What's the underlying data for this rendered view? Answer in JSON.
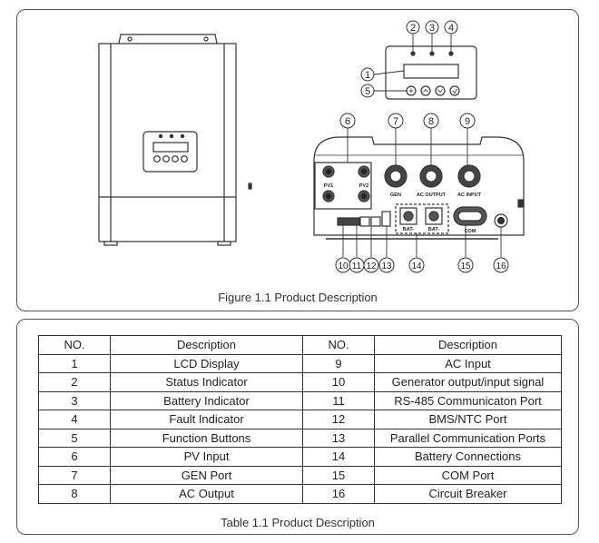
{
  "figure": {
    "caption": "Figure 1.1 Product Description",
    "callouts": [
      "1",
      "2",
      "3",
      "4",
      "5",
      "6",
      "7",
      "8",
      "9",
      "10",
      "11",
      "12",
      "13",
      "14",
      "15",
      "16"
    ],
    "port_labels": {
      "pv1": "PV1",
      "pv2": "PV2",
      "gen": "GEN",
      "ac_output": "AC OUTPUT",
      "ac_input": "AC INPUT",
      "bat_minus_left": "BAT-",
      "bat_minus_right": "BAT-",
      "com": "COM"
    }
  },
  "table": {
    "caption": "Table 1.1 Product Description",
    "headers": [
      "NO.",
      "Description",
      "NO.",
      "Description"
    ],
    "rows": [
      [
        "1",
        "LCD Display",
        "9",
        "AC Input"
      ],
      [
        "2",
        "Status Indicator",
        "10",
        "Generator output/input signal"
      ],
      [
        "3",
        "Battery Indicator",
        "11",
        "RS-485 Communicaton Port"
      ],
      [
        "4",
        "Fault Indicator",
        "12",
        "BMS/NTC Port"
      ],
      [
        "5",
        "Function Buttons",
        "13",
        "Parallel Communication Ports"
      ],
      [
        "6",
        "PV Input",
        "14",
        "Battery Connections"
      ],
      [
        "7",
        "GEN Port",
        "15",
        "COM Port"
      ],
      [
        "8",
        "AC Output",
        "16",
        "Circuit Breaker"
      ]
    ]
  }
}
